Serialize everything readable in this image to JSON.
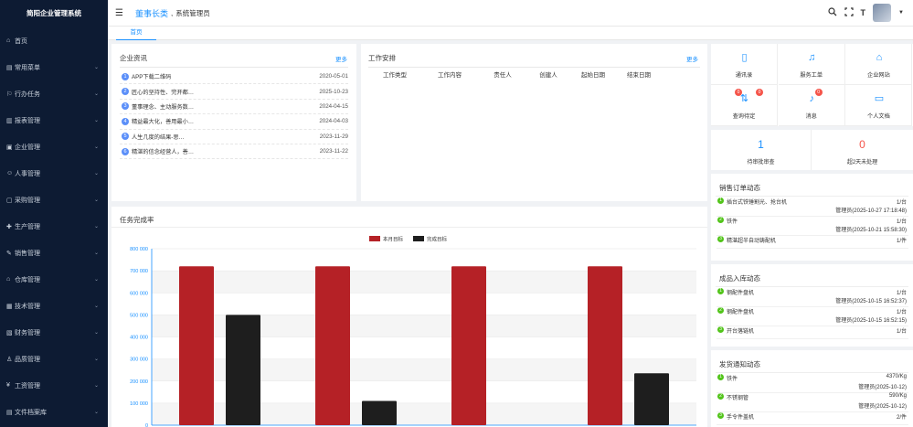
{
  "app": {
    "title": "简阳企业管理系统"
  },
  "sidebar": {
    "items": [
      {
        "label": "首页",
        "icon": "home-icon",
        "glyph": "⌂",
        "chevron": false
      },
      {
        "label": "常用菜单",
        "icon": "chart-icon",
        "glyph": "▤",
        "chevron": true
      },
      {
        "label": "行办任务",
        "icon": "task-icon",
        "glyph": "⚐",
        "chevron": true
      },
      {
        "label": "报表管理",
        "icon": "report-icon",
        "glyph": "▥",
        "chevron": true
      },
      {
        "label": "企业管理",
        "icon": "enterprise-icon",
        "glyph": "▣",
        "chevron": true
      },
      {
        "label": "人事管理",
        "icon": "people-icon",
        "glyph": "☺",
        "chevron": true
      },
      {
        "label": "采购管理",
        "icon": "purchase-icon",
        "glyph": "▢",
        "chevron": true
      },
      {
        "label": "生产管理",
        "icon": "production-icon",
        "glyph": "✚",
        "chevron": true
      },
      {
        "label": "销售管理",
        "icon": "sales-icon",
        "glyph": "✎",
        "chevron": true
      },
      {
        "label": "仓库管理",
        "icon": "warehouse-icon",
        "glyph": "⌂",
        "chevron": true
      },
      {
        "label": "技术管理",
        "icon": "tech-icon",
        "glyph": "▦",
        "chevron": true
      },
      {
        "label": "财务管理",
        "icon": "finance-icon",
        "glyph": "▧",
        "chevron": true
      },
      {
        "label": "品质管理",
        "icon": "quality-icon",
        "glyph": "♙",
        "chevron": true
      },
      {
        "label": "工资管理",
        "icon": "salary-icon",
        "glyph": "¥",
        "chevron": true
      },
      {
        "label": "文件档案库",
        "icon": "archive-icon",
        "glyph": "▤",
        "chevron": true
      }
    ]
  },
  "header": {
    "breadcrumb_first": "董事长类",
    "breadcrumb_sep": ",",
    "breadcrumb_second": "系统管理员"
  },
  "tabs": [
    {
      "label": "首页"
    }
  ],
  "news": {
    "title": "企业资讯",
    "more": "更多",
    "items": [
      {
        "num": "1",
        "title": "APP下载二维码",
        "date": "2020-05-01"
      },
      {
        "num": "2",
        "title": "匠心的坚持性、完开都…",
        "date": "2025-10-23"
      },
      {
        "num": "3",
        "title": "董事理念、主动服务数…",
        "date": "2024-04-15"
      },
      {
        "num": "4",
        "title": "精益最大化，善用最小…",
        "date": "2024-04-03"
      },
      {
        "num": "5",
        "title": "人生几度的结果-思…",
        "date": "2023-11-29"
      },
      {
        "num": "6",
        "title": "精湛的信念经营人，善…",
        "date": "2023-11-22"
      }
    ]
  },
  "work": {
    "title": "工作安排",
    "more": "更多",
    "columns": [
      "工作类型",
      "工作内容",
      "责任人",
      "创建人",
      "起始日期",
      "结束日期"
    ]
  },
  "chart_section": {
    "title": "任务完成率"
  },
  "chart_data": {
    "type": "bar",
    "categories": [
      "",
      "",
      "",
      ""
    ],
    "series": [
      {
        "name": "本月目标",
        "color": "#b52126",
        "values": [
          720000,
          720000,
          720000,
          720000
        ]
      },
      {
        "name": "完成目标",
        "color": "#1e1e1e",
        "values": [
          500000,
          110000,
          0,
          235000
        ]
      }
    ],
    "ylim": [
      0,
      800000
    ],
    "yticks": [
      "0",
      "100 000",
      "200 000",
      "300 000",
      "400 000",
      "500 000",
      "600 000",
      "700 000",
      "800 000"
    ],
    "legend_position": "top-center",
    "grid": true
  },
  "quick": [
    {
      "label": "通讯录",
      "icon": "address-book-icon",
      "glyph": "▯",
      "badges": []
    },
    {
      "label": "服务工单",
      "icon": "headset-icon",
      "glyph": "♫",
      "badges": []
    },
    {
      "label": "企业网站",
      "icon": "website-icon",
      "glyph": "⌂",
      "badges": []
    },
    {
      "label": "查询待定",
      "icon": "transfer-icon",
      "glyph": "⇅",
      "badges": [
        "0",
        "0"
      ]
    },
    {
      "label": "消息",
      "icon": "bell-icon",
      "glyph": "♪",
      "badges": [
        "0"
      ]
    },
    {
      "label": "个人文档",
      "icon": "doc-icon",
      "glyph": "▭",
      "badges": []
    }
  ],
  "counts": [
    {
      "value": "1",
      "label": "待审批审查",
      "color": "#1890ff"
    },
    {
      "value": "0",
      "label": "超2天未处理",
      "color": "#f5554a"
    }
  ],
  "sales_feed": {
    "title": "销售订单动态",
    "rows": [
      {
        "num": "1",
        "name": "插台式铁锤割光、抢台机",
        "qty": "1/台",
        "by": "管理员(2025-10-27 17:18:48)"
      },
      {
        "num": "2",
        "name": "铁件",
        "qty": "1/台",
        "by": "管理员(2025-10-21 15:58:30)"
      },
      {
        "num": "3",
        "name": "精湛超半自动铸配机",
        "qty": "1/件",
        "by": ""
      }
    ]
  },
  "stockin_feed": {
    "title": "成品入库动态",
    "rows": [
      {
        "num": "1",
        "name": "钢配件盘机",
        "qty": "1/台",
        "by": "管理员(2025-10-15 16:52:37)"
      },
      {
        "num": "2",
        "name": "钢配件盘机",
        "qty": "1/台",
        "by": "管理员(2025-10-15 16:52:15)"
      },
      {
        "num": "3",
        "name": "开台落链机",
        "qty": "1/台",
        "by": ""
      }
    ]
  },
  "shipping_feed": {
    "title": "发货通知动态",
    "rows": [
      {
        "num": "1",
        "name": "铁件",
        "qty": "4370/Kg",
        "by": "管理员(2025-10-12)"
      },
      {
        "num": "2",
        "name": "不锈钢管",
        "qty": "590/Kg",
        "by": "管理员(2025-10-12)"
      },
      {
        "num": "3",
        "name": "手令件盖机",
        "qty": "2/件",
        "by": ""
      }
    ]
  }
}
